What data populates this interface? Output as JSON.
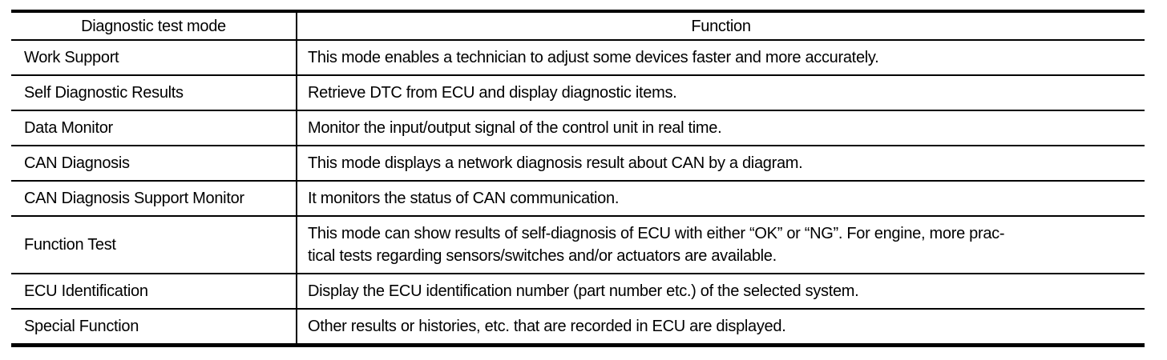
{
  "table": {
    "headers": {
      "mode": "Diagnostic test mode",
      "function": "Function"
    },
    "rows": [
      {
        "mode": "Work Support",
        "function": "This mode enables a technician to adjust some devices faster and more accurately."
      },
      {
        "mode": "Self Diagnostic Results",
        "function": "Retrieve DTC from ECU and display diagnostic items."
      },
      {
        "mode": "Data Monitor",
        "function": "Monitor the input/output signal of the control unit in real time."
      },
      {
        "mode": "CAN Diagnosis",
        "function": "This mode displays a network diagnosis result about CAN by a diagram."
      },
      {
        "mode": "CAN Diagnosis Support Monitor",
        "function": "It monitors the status of CAN communication."
      },
      {
        "mode": "Function Test",
        "function": "This mode can show results of self-diagnosis of ECU with either “OK” or “NG”. For engine, more prac-\ntical tests regarding sensors/switches and/or actuators are available."
      },
      {
        "mode": "ECU Identification",
        "function": "Display the ECU identification number (part number etc.) of the selected system."
      },
      {
        "mode": "Special Function",
        "function": "Other results or histories, etc. that are recorded in ECU are displayed."
      }
    ],
    "colors": {
      "border": "#000000",
      "text": "#000000",
      "background": "#ffffff"
    }
  }
}
